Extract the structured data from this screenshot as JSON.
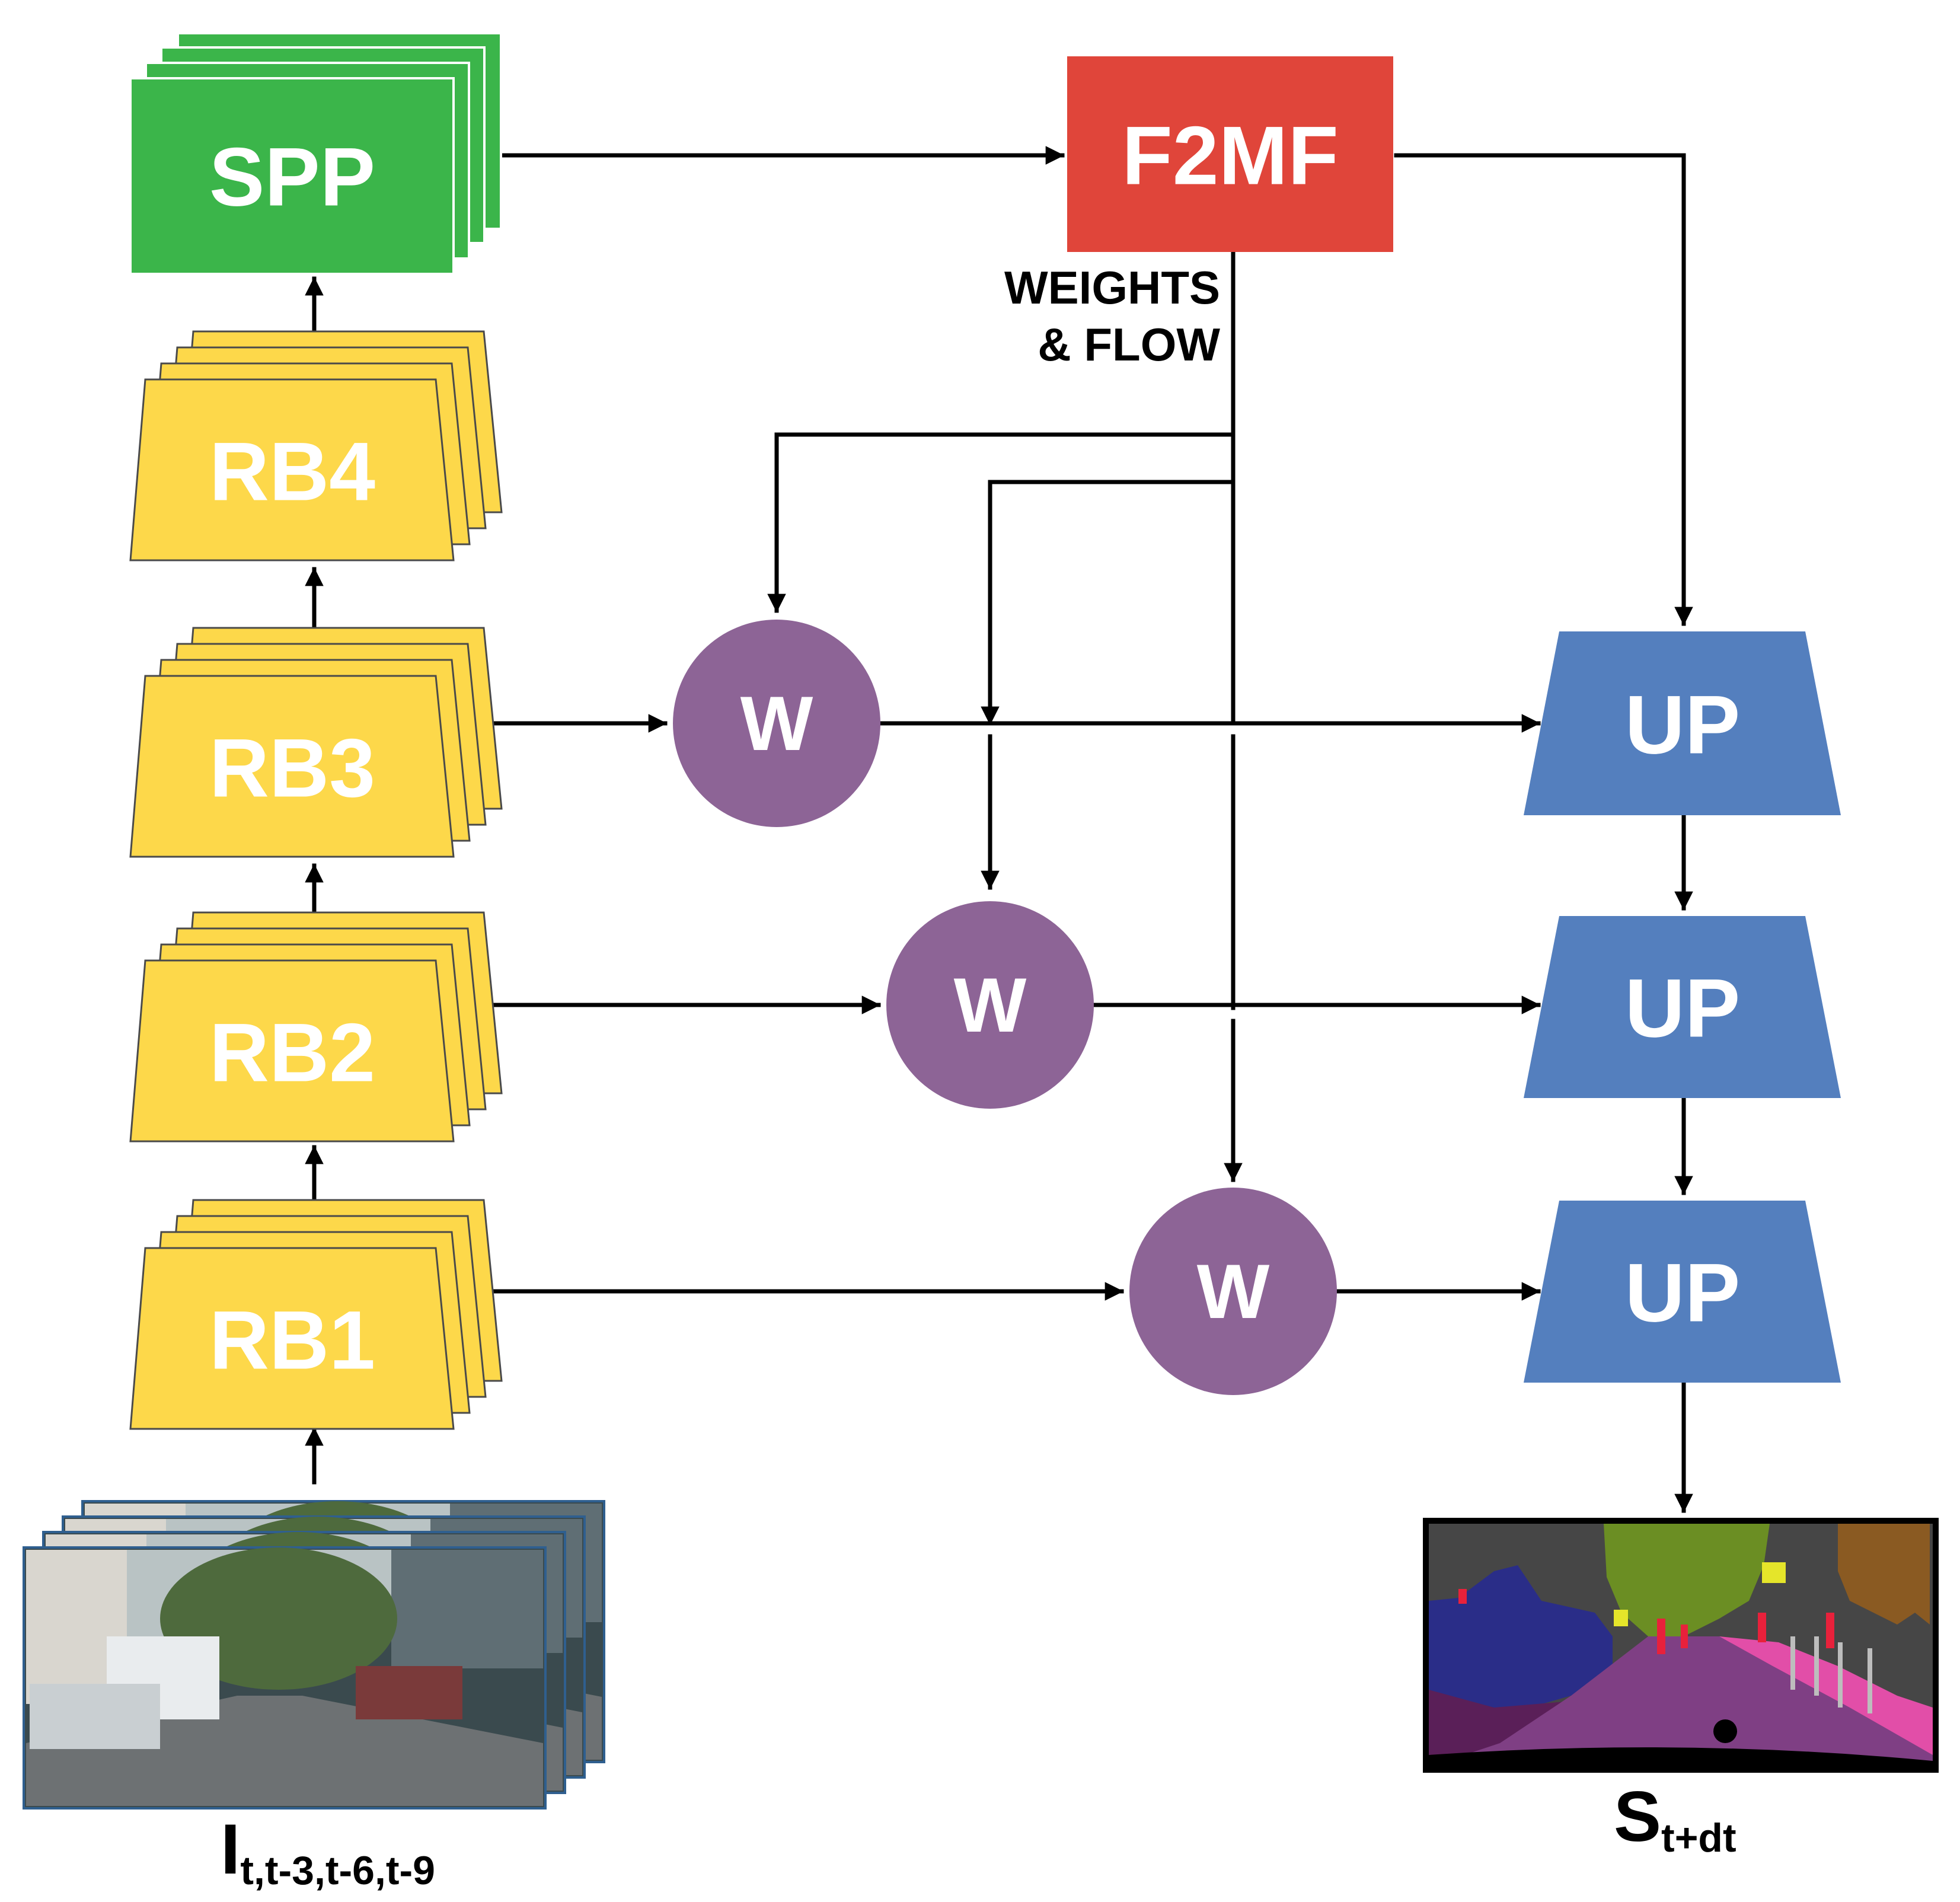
{
  "colors": {
    "encoder": "#fdd84a",
    "encoder_stroke": "#4a4a4a",
    "spp": "#3bb54a",
    "f2mf": "#e0453a",
    "warp": "#8d6496",
    "upsample": "#547fbe",
    "arrow": "#000000"
  },
  "nodes": {
    "spp": "SPP",
    "f2mf": "F2MF",
    "rb4": "RB4",
    "rb3": "RB3",
    "rb2": "RB2",
    "rb1": "RB1",
    "w_top": "W",
    "w_mid": "W",
    "w_bot": "W",
    "up_top": "UP",
    "up_mid": "UP",
    "up_bot": "UP"
  },
  "labels": {
    "weights_line1": "WEIGHTS",
    "weights_line2": "& FLOW",
    "input_main": "I",
    "input_sub": "t,t-3,t-6,t-9",
    "output_main": "S",
    "output_sub": "t+dt"
  },
  "icons": {
    "input_frames": "street-scene-frames-icon",
    "output_segmentation": "semantic-segmentation-map-icon"
  }
}
